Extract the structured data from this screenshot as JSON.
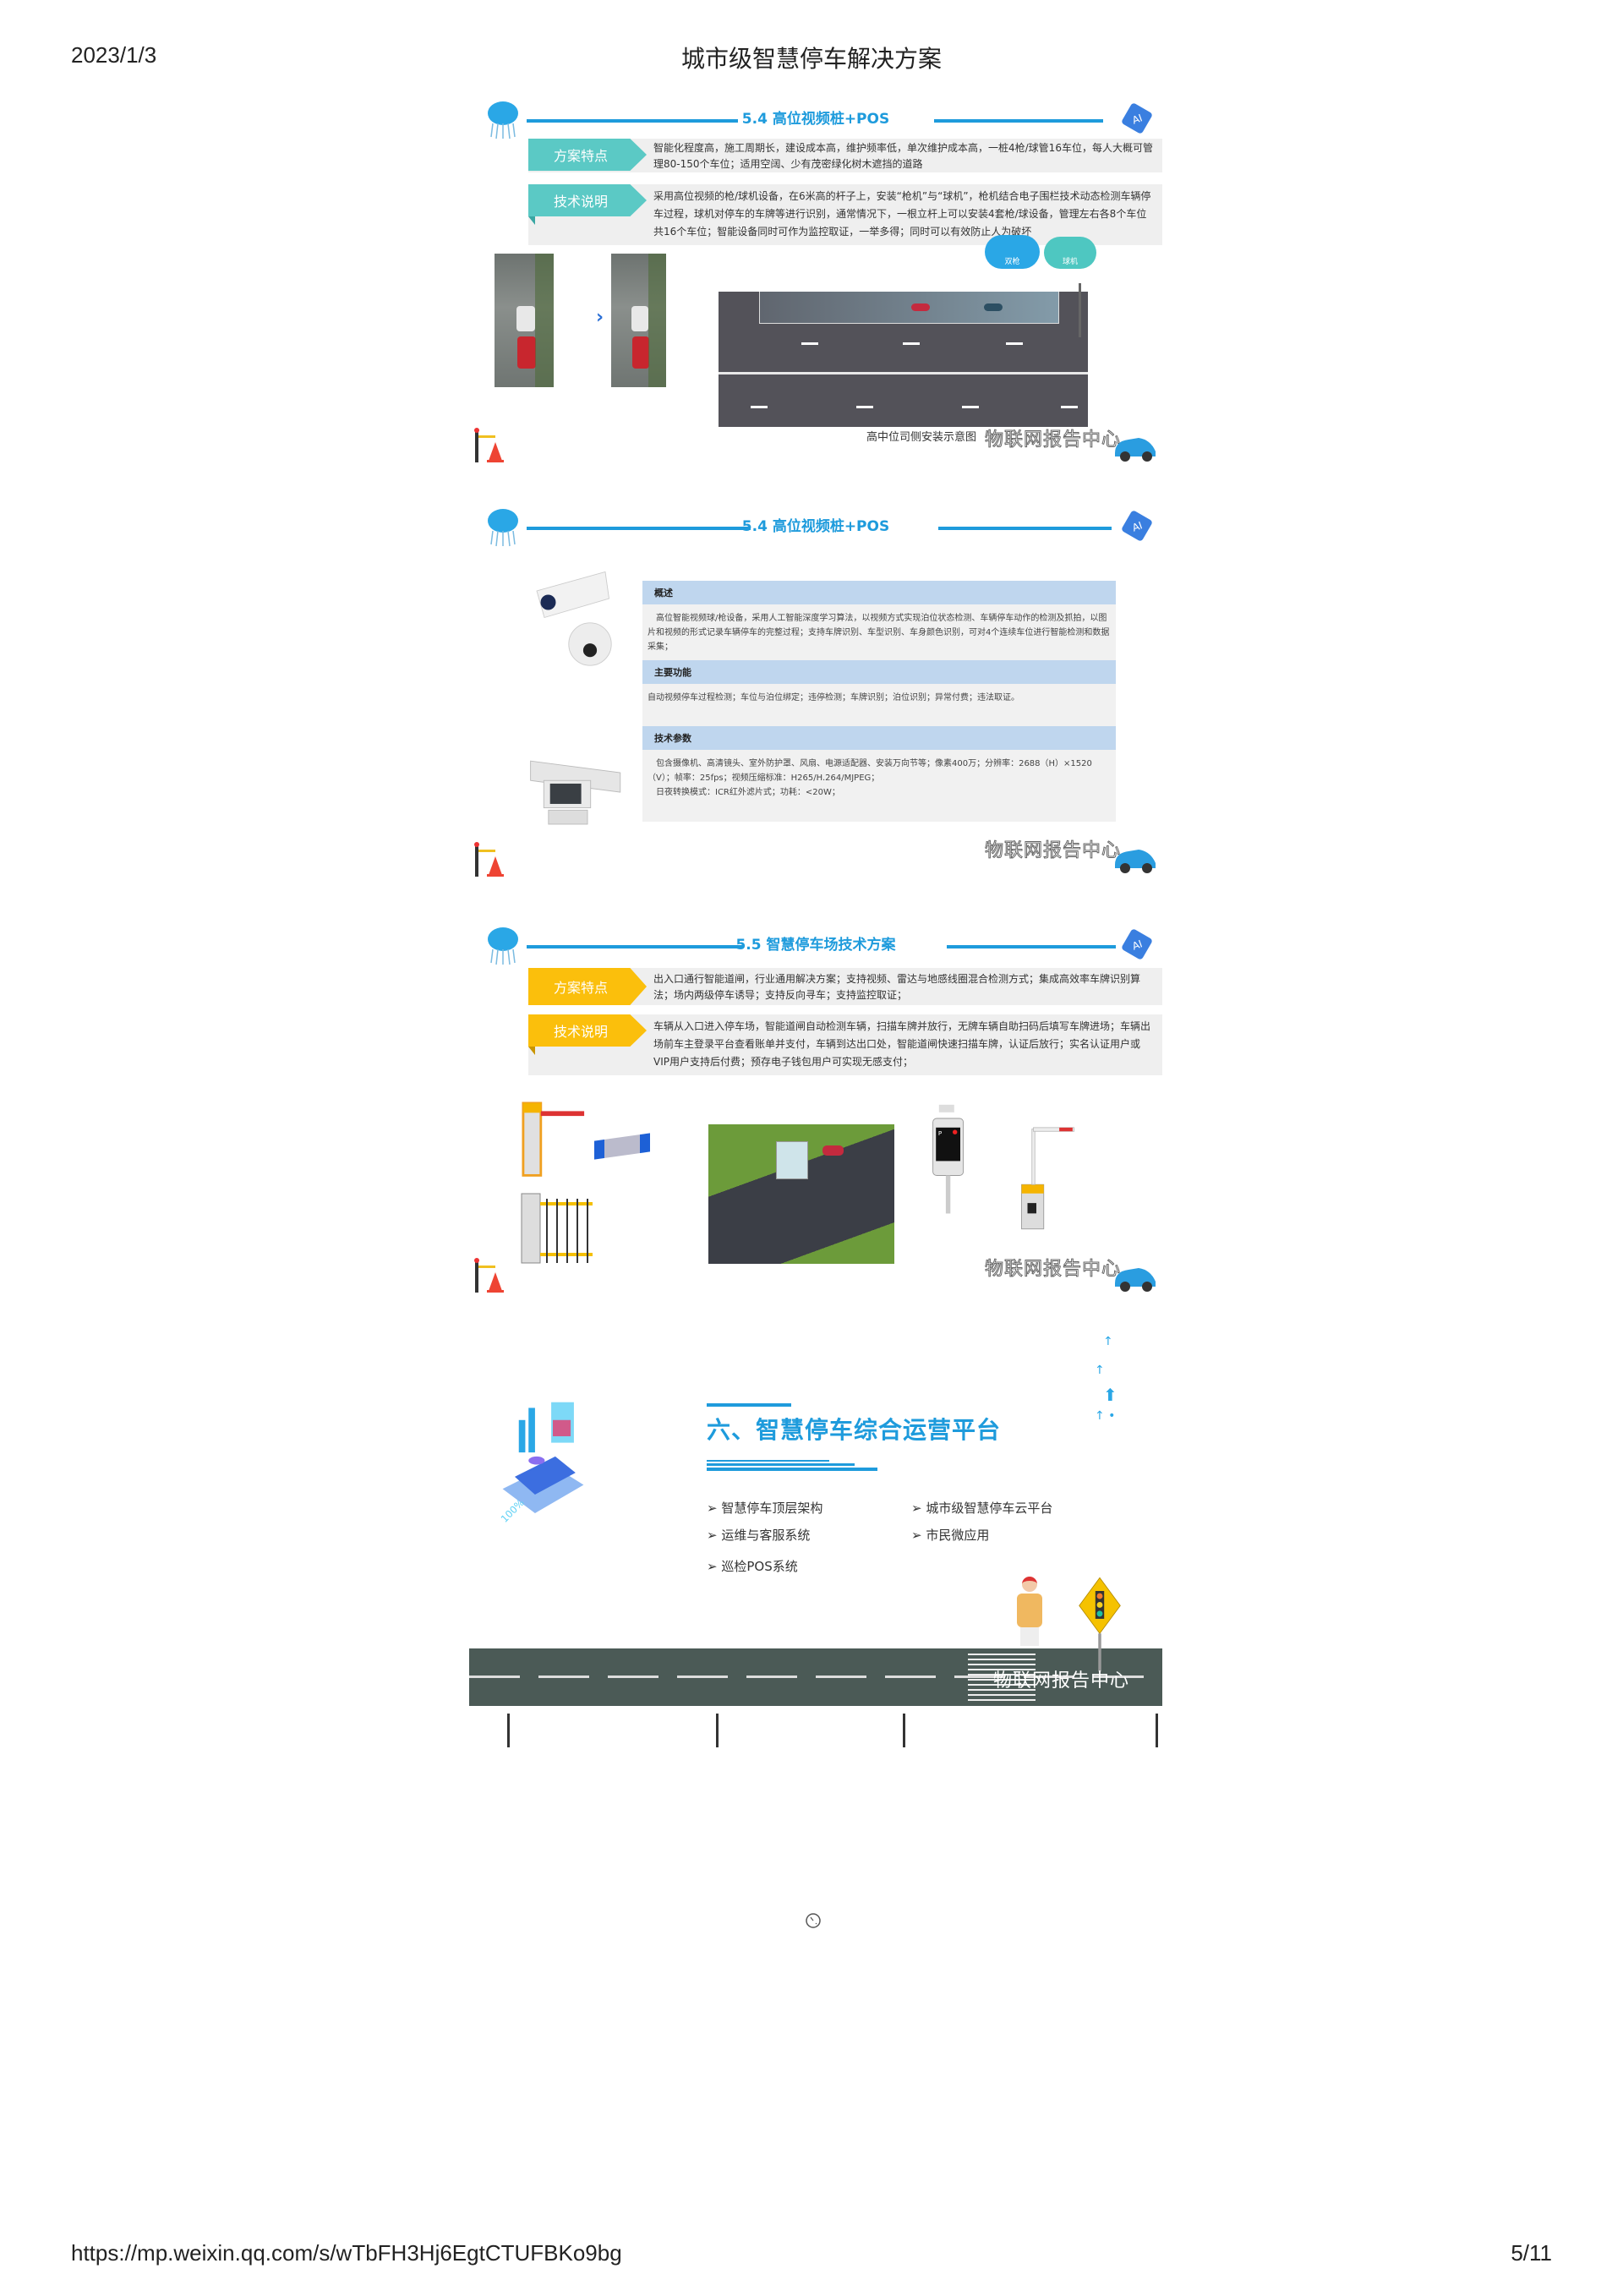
{
  "page_header": {
    "date": "2023/1/3",
    "title": "城市级智慧停车解决方案"
  },
  "page_footer": {
    "url": "https://mp.weixin.qq.com/s/wTbFH3Hj6EgtCTUFBKo9bg",
    "page_number": "5/11"
  },
  "watermark": "物联网报告中心",
  "slides": [
    {
      "title": "5.4 高位视频桩+POS",
      "rows": [
        {
          "tag": "方案特点",
          "text": "智能化程度高，施工周期长，建设成本高，维护频率低，单次维护成本高，一桩4枪/球管16车位，每人大概可管理80-150个车位；适用空阔、少有茂密绿化树木遮挡的道路"
        },
        {
          "tag": "技术说明",
          "text": "采用高位视频的枪/球机设备，在6米高的杆子上，安装“枪机”与“球机”，枪机结合电子围栏技术动态检测车辆停车过程，球机对停车的车牌等进行识别，通常情况下，一根立杆上可以安装4套枪/球设备，管理左右各8个车位共16个车位；智能设备同时可作为监控取证，一举多得；同时可以有效防止人为破坏"
        }
      ],
      "bubbles": [
        "双枪",
        "球机"
      ],
      "diagram_caption": "高中位司侧安装示意图",
      "accent": "#5bc9c5"
    },
    {
      "title": "5.4 高位视频桩+POS",
      "table": [
        {
          "header": "概述",
          "text": "高位智能视频球/枪设备，采用人工智能深度学习算法，以视频方式实现泊位状态检测、车辆停车动作的检测及抓拍，以图片和视频的形式记录车辆停车的完整过程；支持车牌识别、车型识别、车身颜色识别，可对4个连续车位进行智能检测和数据采集；"
        },
        {
          "header": "主要功能",
          "text": "自动视频停车过程检测；车位与泊位绑定；违停检测；车牌识别；泊位识别；异常付费；违法取证。"
        },
        {
          "header": "技术参数",
          "text": "包含摄像机、高清镜头、室外防护罩、风扇、电源适配器、安装万向节等；像素400万；分辨率：2688（H）×1520（V）；帧率：25fps；视频压缩标准：H265/H.264/MJPEG；",
          "text2": "日夜转换模式：ICR红外滤片式；功耗：<20W；"
        }
      ]
    },
    {
      "title": "5.5 智慧停车场技术方案",
      "rows": [
        {
          "tag": "方案特点",
          "text": "出入口通行智能道闸，行业通用解决方案；支持视频、雷达与地感线圈混合检测方式；集成高效率车牌识别算法；场内两级停车诱导；支持反向寻车；支持监控取证；"
        },
        {
          "tag": "技术说明",
          "text": "车辆从入口进入停车场，智能道闸自动检测车辆，扫描车牌并放行，无牌车辆自助扫码后填写车牌进场；车辆出场前车主登录平台查看账单并支付，车辆到达出口处，智能道闸快速扫描车牌，认证后放行；实名认证用户或VIP用户支持后付费；预存电子钱包用户可实现无感支付；"
        }
      ],
      "accent": "#fbbf0c"
    },
    {
      "title": "六、智慧停车综合运营平台",
      "bullets_left": [
        "智慧停车顶层架构",
        "运维与客服系统",
        "巡检POS系统"
      ],
      "bullets_right": [
        "城市级智慧停车云平台",
        "市民微应用"
      ],
      "illustration_label": "100%"
    }
  ],
  "loading_icon": "loading-spinner-icon"
}
